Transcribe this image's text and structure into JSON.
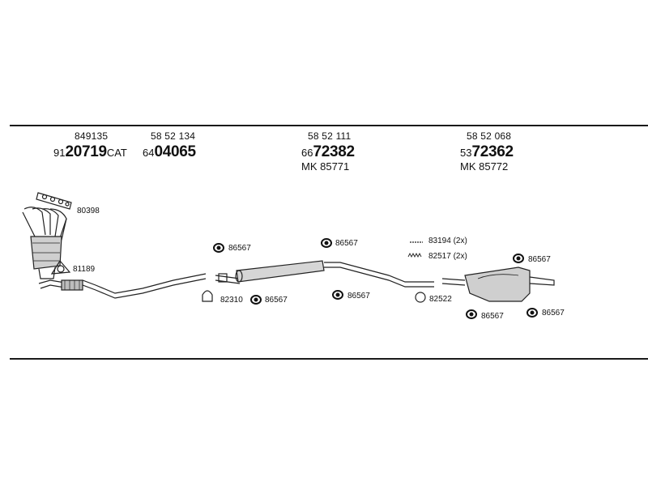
{
  "groups": [
    {
      "ref": "849135",
      "pn_prefix": "91",
      "pn_main": "20719",
      "pn_suffix": "CAT",
      "mk": ""
    },
    {
      "ref": "58 52 134",
      "pn_prefix": "64",
      "pn_main": "04065",
      "pn_suffix": "",
      "mk": ""
    },
    {
      "ref": "58 52 111",
      "pn_prefix": "66",
      "pn_main": "72382",
      "pn_suffix": "",
      "mk": "MK  85771"
    },
    {
      "ref": "58 52 068",
      "pn_prefix": "53",
      "pn_main": "72362",
      "pn_suffix": "",
      "mk": "MK  85772"
    }
  ],
  "parts": {
    "gasket": "80398",
    "gasket_ring": "81189",
    "hanger_1": "86567",
    "hanger_2": "86567",
    "hanger_3": "86567",
    "hanger_4": "86567",
    "hanger_5": "86567",
    "hanger_6": "86567",
    "hanger_7": "86567",
    "clamp_1": "82310",
    "clamp_2": "82522",
    "bolt": "83194 (2x)",
    "spring": "82517 (2x)"
  }
}
